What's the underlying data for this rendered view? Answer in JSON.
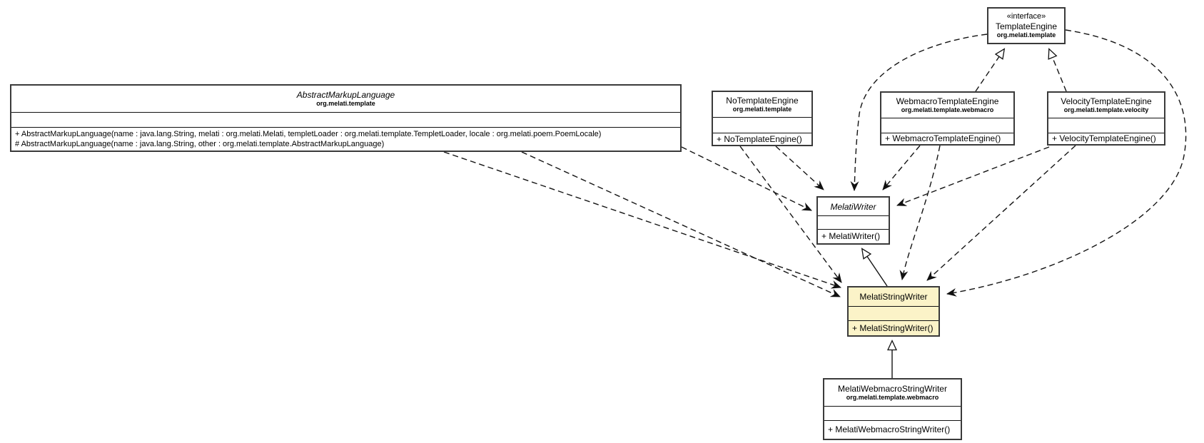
{
  "diagram": {
    "title": "UML class diagram: MelatiStringWriter context",
    "highlight_color": "#FBF3C8",
    "nodes": {
      "TemplateEngine": {
        "stereotype": "«interface»",
        "name": "TemplateEngine",
        "package": "org.melati.template"
      },
      "AbstractMarkupLanguage": {
        "name": "AbstractMarkupLanguage",
        "package": "org.melati.template",
        "methods": [
          "+ AbstractMarkupLanguage(name : java.lang.String, melati : org.melati.Melati, templetLoader : org.melati.template.TempletLoader, locale : org.melati.poem.PoemLocale)",
          "# AbstractMarkupLanguage(name : java.lang.String, other : org.melati.template.AbstractMarkupLanguage)"
        ]
      },
      "NoTemplateEngine": {
        "name": "NoTemplateEngine",
        "package": "org.melati.template",
        "methods": [
          "+ NoTemplateEngine()"
        ]
      },
      "WebmacroTemplateEngine": {
        "name": "WebmacroTemplateEngine",
        "package": "org.melati.template.webmacro",
        "methods": [
          "+ WebmacroTemplateEngine()"
        ]
      },
      "VelocityTemplateEngine": {
        "name": "VelocityTemplateEngine",
        "package": "org.melati.template.velocity",
        "methods": [
          "+ VelocityTemplateEngine()"
        ]
      },
      "MelatiWriter": {
        "name": "MelatiWriter",
        "methods": [
          "+ MelatiWriter()"
        ]
      },
      "MelatiStringWriter": {
        "name": "MelatiStringWriter",
        "methods": [
          "+ MelatiStringWriter()"
        ]
      },
      "MelatiWebmacroStringWriter": {
        "name": "MelatiWebmacroStringWriter",
        "package": "org.melati.template.webmacro",
        "methods": [
          "+ MelatiWebmacroStringWriter()"
        ]
      }
    },
    "edges": [
      {
        "from": "AbstractMarkupLanguage",
        "to": "MelatiWriter",
        "type": "dependency"
      },
      {
        "from": "AbstractMarkupLanguage",
        "to": "MelatiStringWriter",
        "type": "dependency"
      },
      {
        "from": "AbstractMarkupLanguage",
        "to": "MelatiStringWriter",
        "type": "dependency"
      },
      {
        "from": "NoTemplateEngine",
        "to": "MelatiWriter",
        "type": "dependency"
      },
      {
        "from": "NoTemplateEngine",
        "to": "MelatiStringWriter",
        "type": "dependency"
      },
      {
        "from": "TemplateEngine",
        "to": "MelatiWriter",
        "type": "dependency"
      },
      {
        "from": "TemplateEngine",
        "to": "MelatiStringWriter",
        "type": "dependency"
      },
      {
        "from": "WebmacroTemplateEngine",
        "to": "MelatiWriter",
        "type": "dependency"
      },
      {
        "from": "WebmacroTemplateEngine",
        "to": "MelatiStringWriter",
        "type": "dependency"
      },
      {
        "from": "VelocityTemplateEngine",
        "to": "MelatiWriter",
        "type": "dependency"
      },
      {
        "from": "VelocityTemplateEngine",
        "to": "MelatiStringWriter",
        "type": "dependency"
      },
      {
        "from": "WebmacroTemplateEngine",
        "to": "TemplateEngine",
        "type": "realization"
      },
      {
        "from": "VelocityTemplateEngine",
        "to": "TemplateEngine",
        "type": "realization"
      },
      {
        "from": "MelatiStringWriter",
        "to": "MelatiWriter",
        "type": "generalization"
      },
      {
        "from": "MelatiWebmacroStringWriter",
        "to": "MelatiStringWriter",
        "type": "generalization"
      }
    ]
  }
}
